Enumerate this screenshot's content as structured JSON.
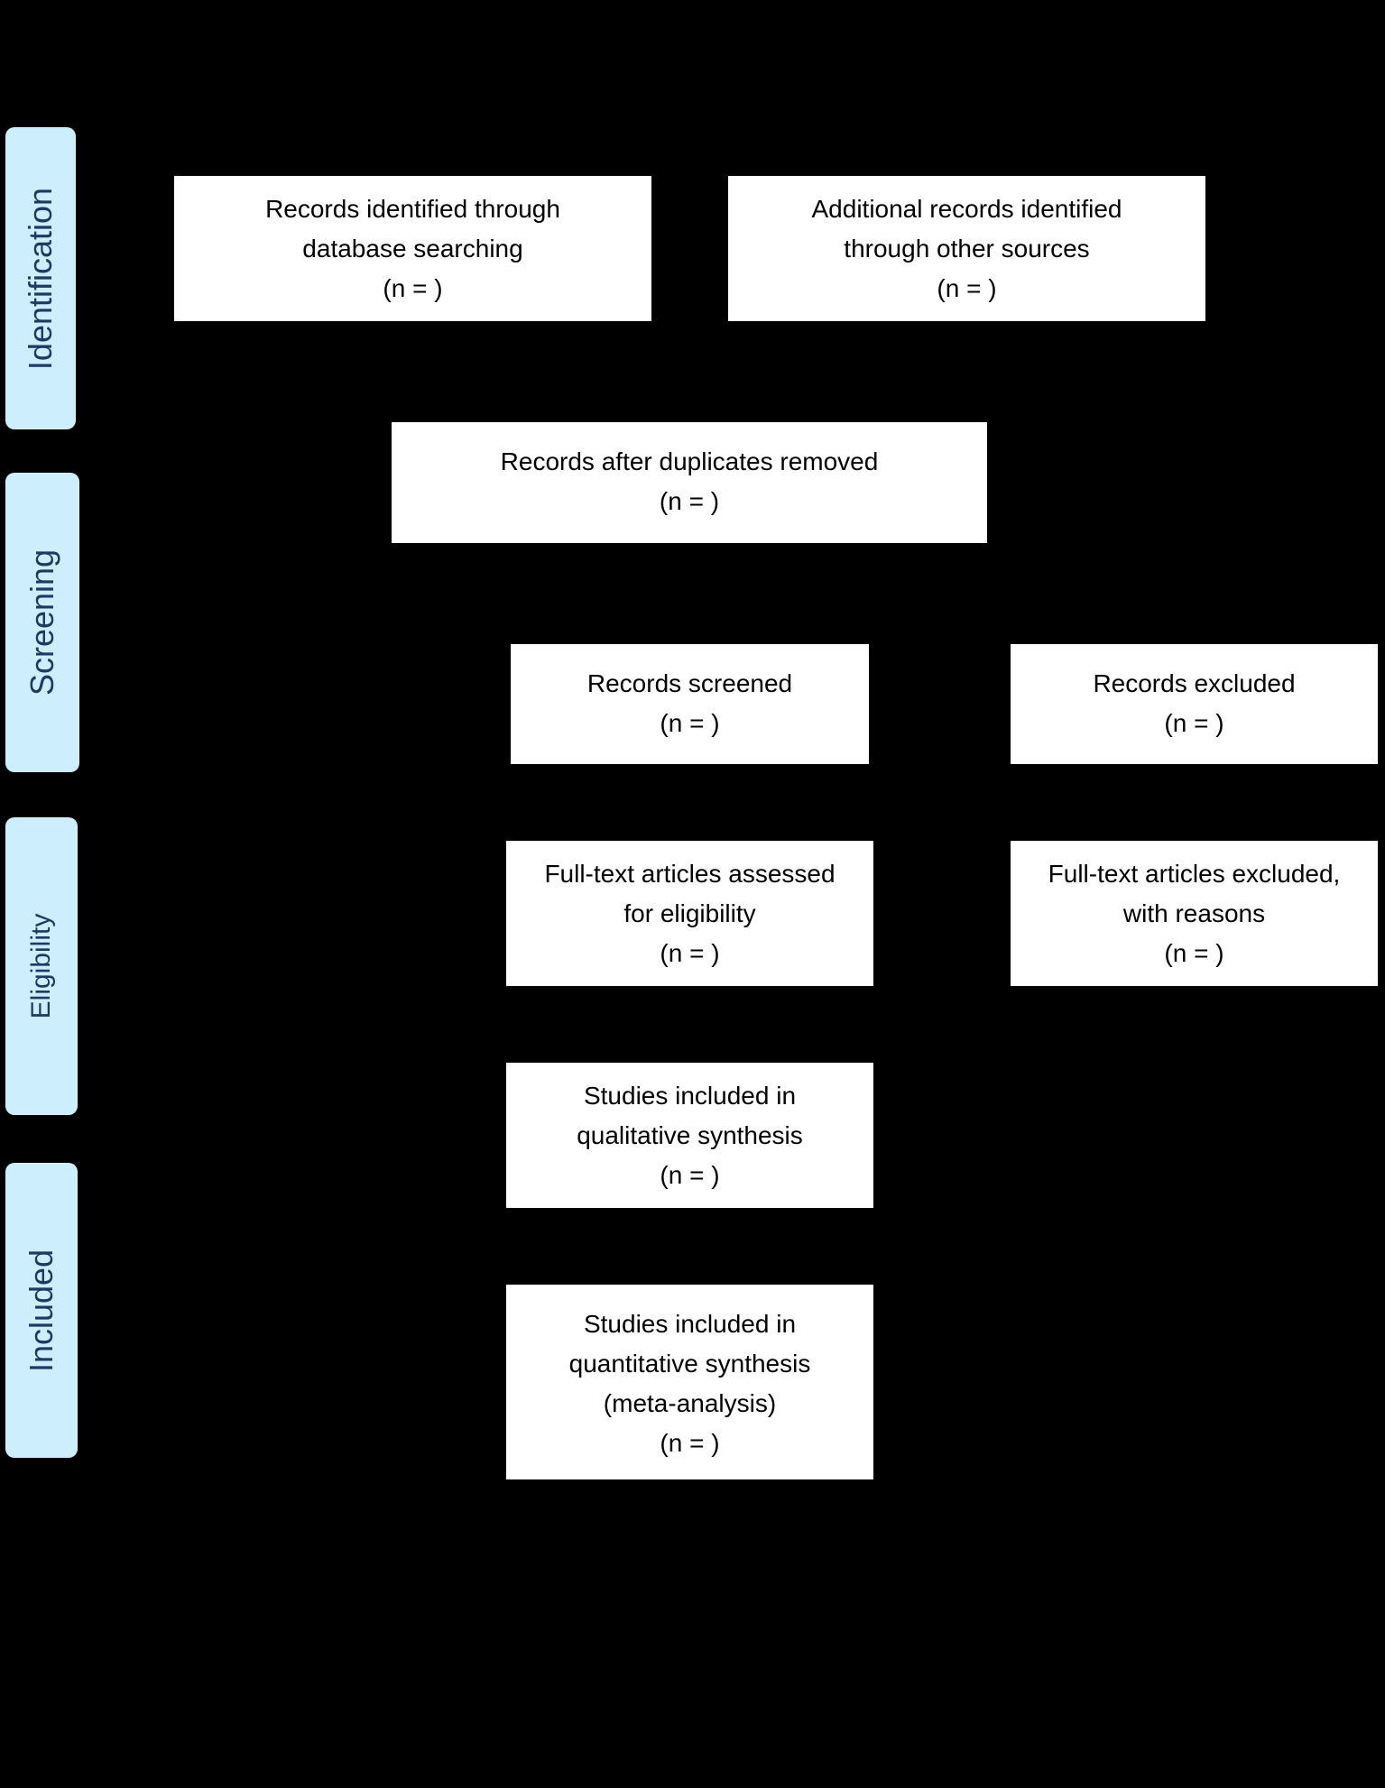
{
  "stages": {
    "identification": "Identification",
    "screening": "Screening",
    "eligibility": "Eligibility",
    "included": "Included"
  },
  "boxes": {
    "db_search": {
      "lines": [
        "Records identified through",
        "database searching",
        "(n =   )"
      ]
    },
    "other_sources": {
      "lines": [
        "Additional records identified",
        "through other sources",
        "(n =   )"
      ]
    },
    "after_duplicates": {
      "lines": [
        "Records after duplicates removed",
        "(n =   )"
      ]
    },
    "screened": {
      "lines": [
        "Records screened",
        "(n =   )"
      ]
    },
    "excluded": {
      "lines": [
        "Records excluded",
        "(n =   )"
      ]
    },
    "fulltext_assessed": {
      "lines": [
        "Full-text articles assessed",
        "for eligibility",
        "(n =   )"
      ]
    },
    "fulltext_excluded": {
      "lines": [
        "Full-text articles excluded,",
        "with reasons",
        "(n =   )"
      ]
    },
    "qualitative": {
      "lines": [
        "Studies included in",
        "qualitative synthesis",
        "(n =   )"
      ]
    },
    "quantitative": {
      "lines": [
        "Studies included in",
        "quantitative synthesis",
        "(meta-analysis)",
        "(n =   )"
      ]
    }
  },
  "colors": {
    "background": "#000000",
    "stage_fill": "#cdeefc",
    "stage_text": "#1f3864",
    "box_fill": "#ffffff"
  }
}
